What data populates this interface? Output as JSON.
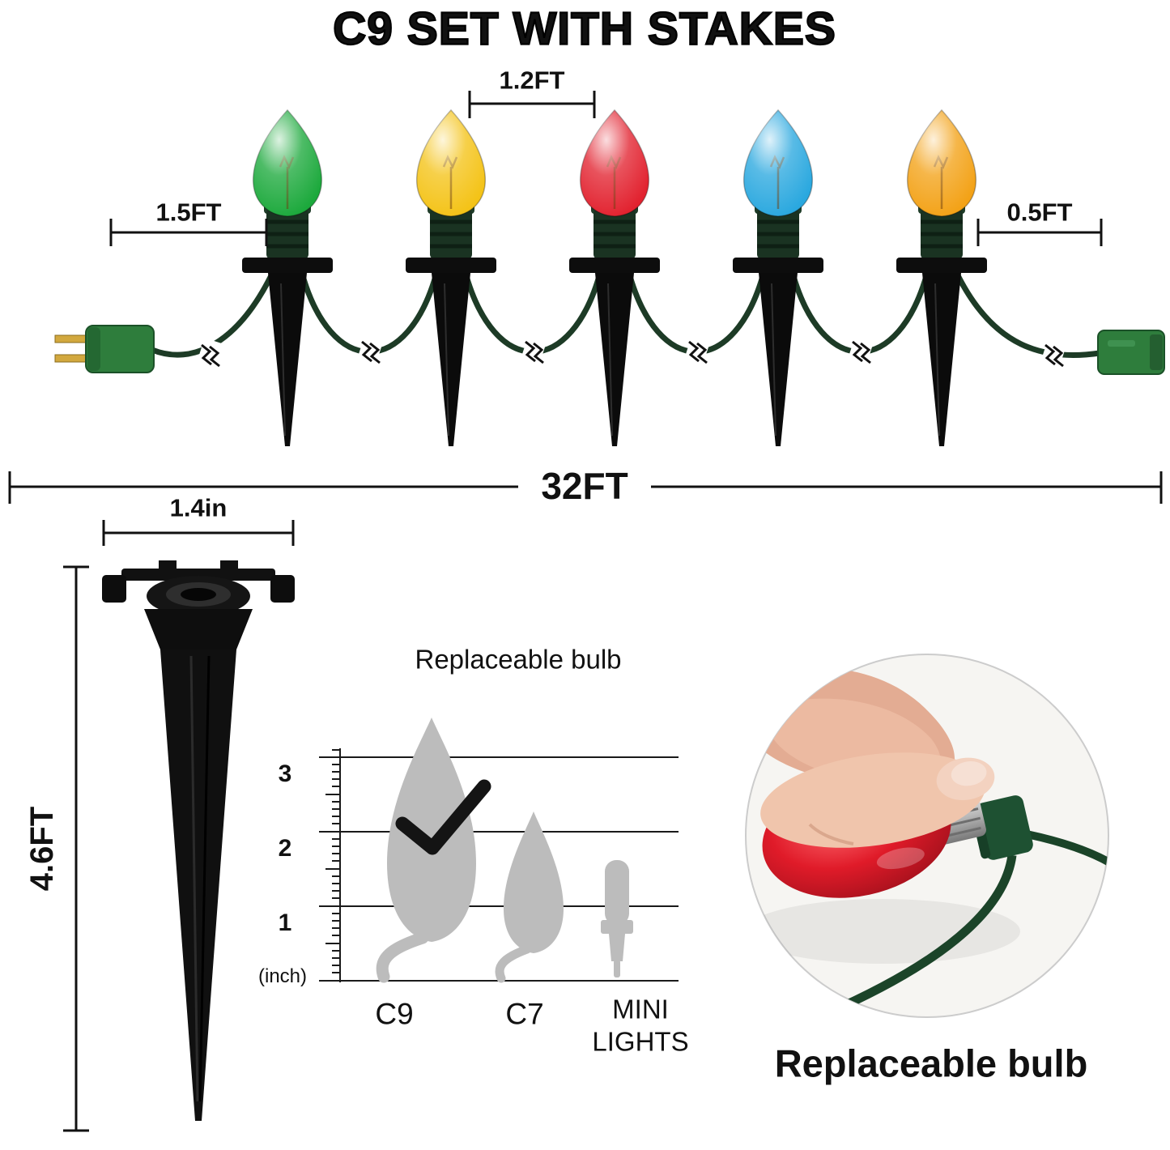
{
  "title": "C9 SET WITH STAKES",
  "string_diagram": {
    "bulb_spacing_label": "1.2FT",
    "plug_lead_label": "1.5FT",
    "tail_lead_label": "0.5FT",
    "total_length_label": "32FT",
    "bulb_colors": [
      "#1ca93c",
      "#f4c317",
      "#e2222f",
      "#2aa8df",
      "#f3a217"
    ],
    "wire_color": "#1d3b26"
  },
  "stake_detail": {
    "width_label": "1.4in",
    "height_label": "4.6FT"
  },
  "size_chart": {
    "heading": "Replaceable bulb",
    "ruler_marks": [
      "3",
      "2",
      "1"
    ],
    "ruler_unit": "(inch)",
    "bulb_types": [
      {
        "label": "C9",
        "selected": true
      },
      {
        "label": "C7",
        "selected": false
      },
      {
        "label": "MINI LIGHTS",
        "selected": false
      }
    ]
  },
  "photo": {
    "caption": "Replaceable bulb"
  }
}
